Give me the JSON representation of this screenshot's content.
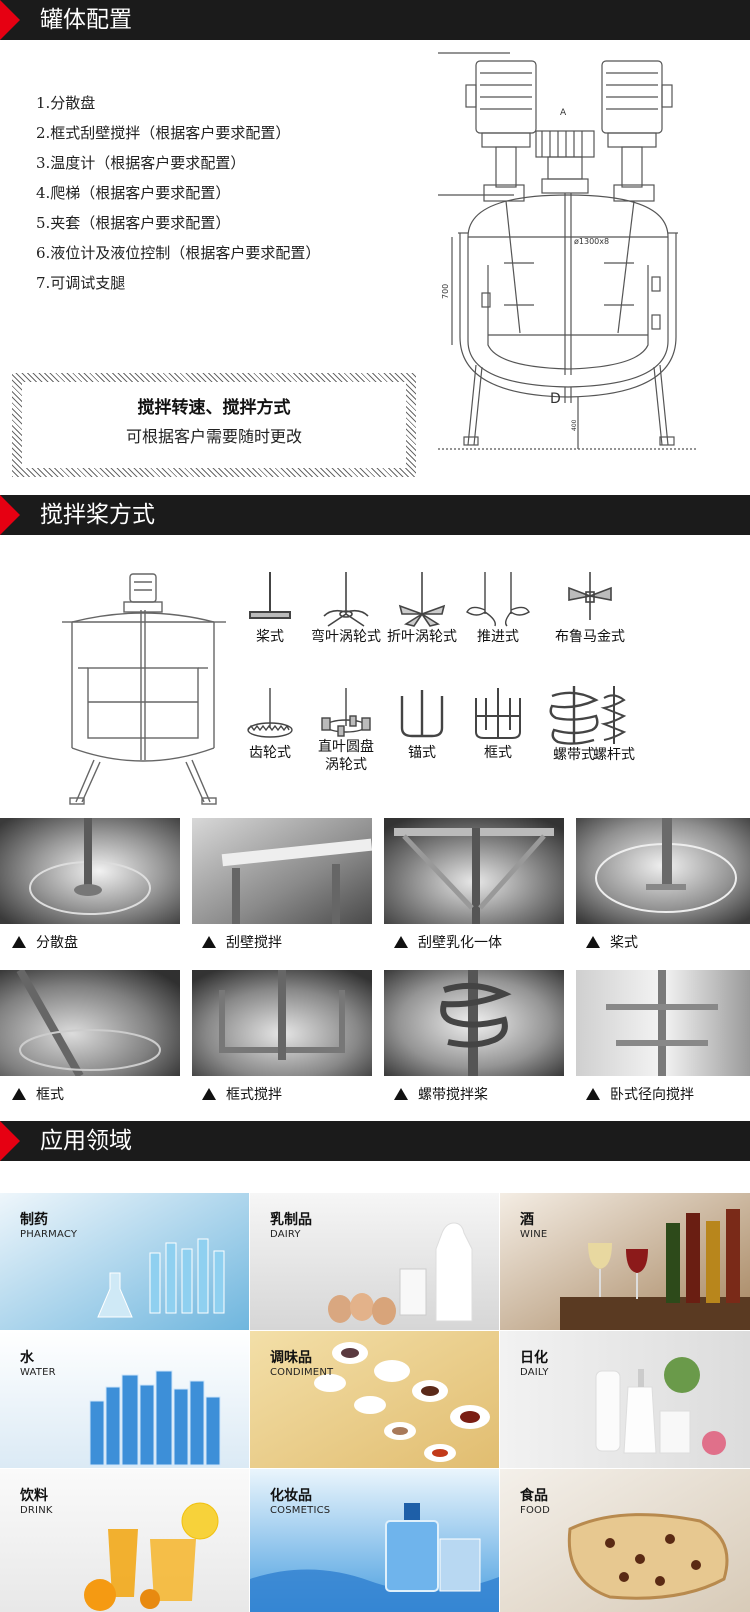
{
  "sections": {
    "tank_config": {
      "title": "罐体配置",
      "items": [
        "1.分散盘",
        "2.框式刮壁搅拌（根据客户要求配置）",
        "3.温度计（根据客户要求配置）",
        "4.爬梯（根据客户要求配置）",
        "5.夹套（根据客户要求配置）",
        "6.液位计及液位控制（根据客户要求配置）",
        "7.可调试支腿"
      ],
      "note_title": "搅拌转速、搅拌方式",
      "note_sub": "可根据客户需要随时更改",
      "drawing": {
        "label_a": "A",
        "label_d": "D",
        "dim_diameter": "ø1300x8",
        "dim_700": "700",
        "dim_400": "400"
      }
    },
    "agitator": {
      "title": "搅拌桨方式",
      "impellers": [
        {
          "label": "桨式",
          "icon": "paddle-impeller-icon"
        },
        {
          "label": "弯叶涡轮式",
          "icon": "curved-turbine-icon"
        },
        {
          "label": "折叶涡轮式",
          "icon": "pitched-turbine-icon"
        },
        {
          "label": "推进式",
          "icon": "propeller-icon"
        },
        {
          "label": "布鲁马金式",
          "icon": "brumagin-icon"
        },
        {
          "label": "齿轮式",
          "icon": "sawtooth-disc-icon"
        },
        {
          "label": "直叶圆盘",
          "label2": "涡轮式",
          "icon": "disc-turbine-icon"
        },
        {
          "label": "锚式",
          "icon": "anchor-impeller-icon"
        },
        {
          "label": "框式",
          "icon": "frame-impeller-icon"
        },
        {
          "label": "螺带式",
          "icon": "ribbon-impeller-icon"
        },
        {
          "label": "螺杆式",
          "icon": "screw-impeller-icon"
        }
      ],
      "photos": [
        {
          "caption": "分散盘"
        },
        {
          "caption": "刮壁搅拌"
        },
        {
          "caption": "刮壁乳化一体"
        },
        {
          "caption": "桨式"
        },
        {
          "caption": "框式"
        },
        {
          "caption": "框式搅拌"
        },
        {
          "caption": "螺带搅拌桨"
        },
        {
          "caption": "卧式径向搅拌"
        }
      ]
    },
    "applications": {
      "title": "应用领域",
      "tiles": [
        {
          "cn": "制药",
          "en": "PHARMACY"
        },
        {
          "cn": "乳制品",
          "en": "DAIRY"
        },
        {
          "cn": "酒",
          "en": "WINE"
        },
        {
          "cn": "水",
          "en": "WATER"
        },
        {
          "cn": "调味品",
          "en": "CONDIMENT"
        },
        {
          "cn": "日化",
          "en": "DAILY"
        },
        {
          "cn": "饮料",
          "en": "DRINK"
        },
        {
          "cn": "化妆品",
          "en": "COSMETICS"
        },
        {
          "cn": "食品",
          "en": "FOOD"
        }
      ]
    }
  },
  "colors": {
    "header_bg": "#1b1b1b",
    "accent_red": "#e60012"
  }
}
